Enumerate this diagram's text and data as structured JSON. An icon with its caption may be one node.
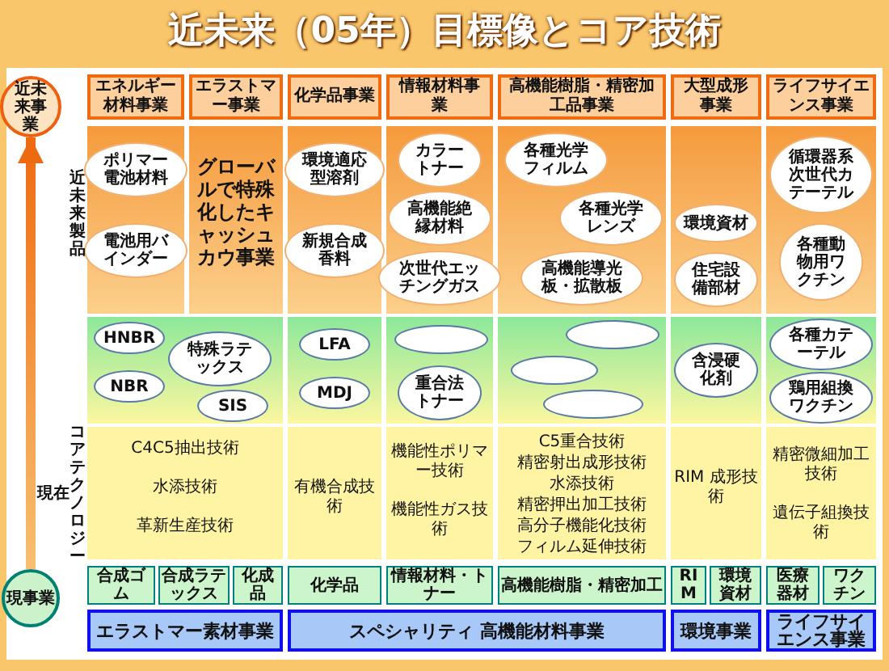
{
  "diagram": {
    "title": "近未来（05年）目標像とコア技術",
    "nodes": [
      {
        "text": [
          "近未来事業"
        ]
      },
      {
        "text": [
          "エネルギー材料事業"
        ]
      },
      {
        "text": [
          "エラストマー事業"
        ]
      },
      {
        "text": [
          "化学品事業"
        ]
      },
      {
        "text": [
          "情報材料事業"
        ]
      },
      {
        "text": [
          "高機能樹脂・精密加工品事業"
        ]
      },
      {
        "text": [
          "大型成形事業"
        ]
      },
      {
        "text": [
          "ライフサイエンス事業"
        ]
      },
      {
        "text": [
          "ポリマー電池材料"
        ]
      },
      {
        "text": [
          "電池用バインダー"
        ]
      },
      {
        "text": [
          "環境適応型溶剤"
        ]
      },
      {
        "text": [
          "新規合成香料"
        ]
      },
      {
        "text": [
          "カラートナー"
        ]
      },
      {
        "text": [
          "高機能絶縁材料"
        ]
      },
      {
        "text": [
          "次世代エッチングガス"
        ]
      },
      {
        "text": [
          "各種光学フィルム"
        ]
      },
      {
        "text": [
          "各種光学レンズ"
        ]
      },
      {
        "text": [
          "高機能導光板・拡散板"
        ]
      },
      {
        "text": [
          "環境資材"
        ]
      },
      {
        "text": [
          "住宅設備部材"
        ]
      },
      {
        "text": [
          "循環器系次世代カテーテル"
        ]
      },
      {
        "text": [
          "各種動物用ワクチン"
        ]
      },
      {
        "text": [
          "HNBR"
        ]
      },
      {
        "text": [
          "特殊ラテックス"
        ]
      },
      {
        "text": [
          "NBR"
        ]
      },
      {
        "text": [
          "SIS"
        ]
      },
      {
        "text": [
          "LFA"
        ]
      },
      {
        "text": [
          "MDJ"
        ]
      },
      {
        "text": [],
        "shape": "ellipse"
      },
      {
        "text": [
          "重合法トナー"
        ]
      },
      {
        "text": [],
        "shape": "ellipse"
      },
      {
        "text": [],
        "shape": "ellipse"
      },
      {
        "text": [],
        "shape": "ellipse"
      },
      {
        "text": [
          "含浸硬化剤"
        ]
      },
      {
        "text": [
          "各種カテーテル"
        ]
      },
      {
        "text": [
          "鶏用組換ワクチン"
        ]
      },
      {
        "text": [
          "現事業"
        ]
      },
      {
        "text": [
          "合成ゴム"
        ]
      },
      {
        "text": [
          "合成ラテックス"
        ]
      },
      {
        "text": [
          "化成品"
        ]
      },
      {
        "text": [
          "化学品"
        ]
      },
      {
        "text": [
          "情報材料・トナー"
        ]
      },
      {
        "text": [
          "高機能樹脂・精密加工"
        ]
      },
      {
        "text": [
          "RIM"
        ]
      },
      {
        "text": [
          "環境資材"
        ]
      },
      {
        "text": [
          "医療器材"
        ]
      },
      {
        "text": [
          "ワクチン"
        ]
      },
      {
        "text": [
          "エラストマー素材事業"
        ]
      },
      {
        "text": [
          "スペシャリティ 高機能材料事業"
        ]
      },
      {
        "text": [
          "環境事業"
        ]
      },
      {
        "text": [
          "ライフサイエンス事業"
        ]
      }
    ],
    "edges": [
      {
        "from": 36,
        "to": 0,
        "arrow": "to"
      }
    ],
    "labels": [
      "近未来製品",
      "グローバルで特殊化したキャッシュカウ事業",
      "コアテクノロジー",
      "現在",
      "C4C5抽出技術",
      "水添技術",
      "革新生産技術",
      "有機合成技術",
      "機能性ポリマー技術",
      "機能性ガス技術",
      "C5重合技術",
      "精密射出成形技術",
      "水添技術",
      "精密押出加工技術",
      "高分子機能化技術",
      "フィルム延伸技術",
      "RIM 成形技術",
      "精密微細加工技術",
      "遺伝子組換技術"
    ]
  }
}
